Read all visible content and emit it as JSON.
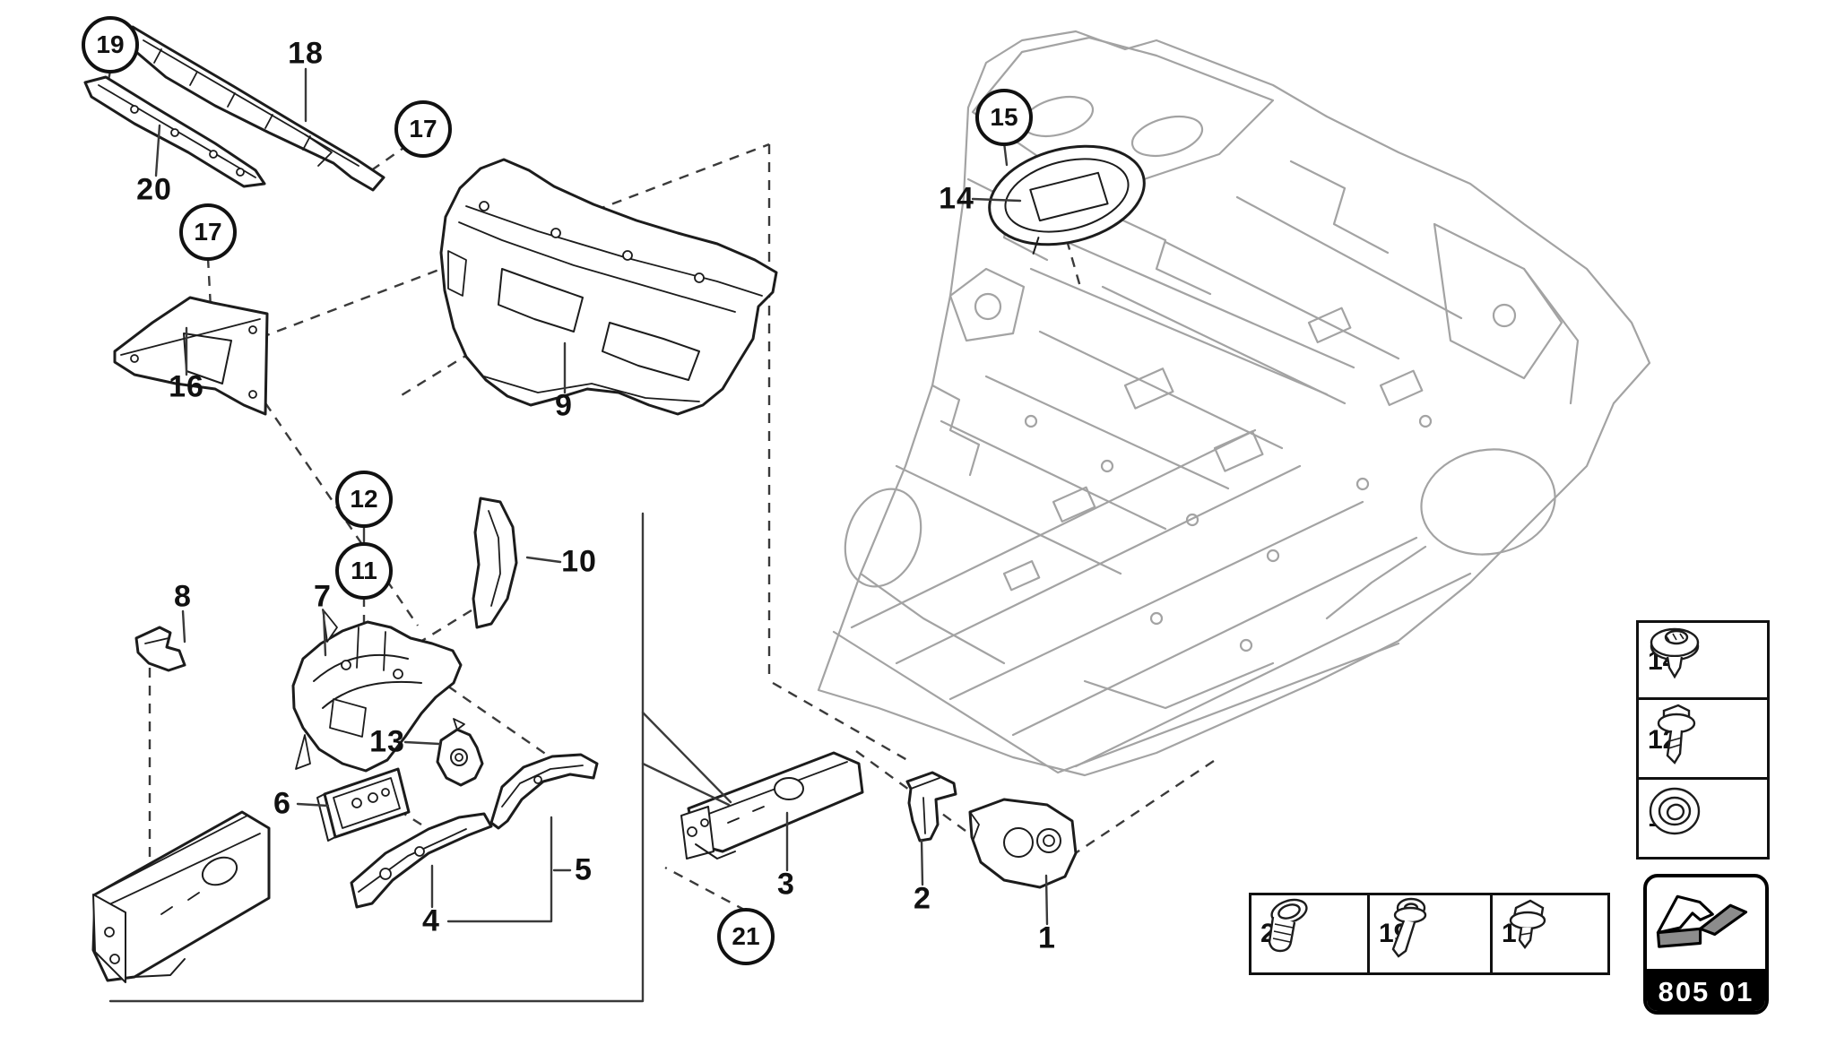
{
  "page": {
    "code": "805 01"
  },
  "callouts": {
    "circled": [
      {
        "label": "19"
      },
      {
        "label": "17"
      },
      {
        "label": "17"
      },
      {
        "label": "15"
      },
      {
        "label": "12"
      },
      {
        "label": "11"
      },
      {
        "label": "21"
      }
    ],
    "plain": [
      {
        "label": "18"
      },
      {
        "label": "20"
      },
      {
        "label": "16"
      },
      {
        "label": "9"
      },
      {
        "label": "14"
      },
      {
        "label": "10"
      },
      {
        "label": "8"
      },
      {
        "label": "7"
      },
      {
        "label": "13"
      },
      {
        "label": "6"
      },
      {
        "label": "5"
      },
      {
        "label": "4"
      },
      {
        "label": "3"
      },
      {
        "label": "2"
      },
      {
        "label": "1"
      }
    ]
  },
  "legend_right": {
    "items": [
      {
        "number": "14",
        "icon": "push-rivet-icon"
      },
      {
        "number": "12",
        "icon": "hex-flange-bolt-icon"
      },
      {
        "number": "11",
        "icon": "grommet-icon"
      }
    ]
  },
  "legend_bottom": {
    "items": [
      {
        "number": "21",
        "icon": "rivet-nut-icon"
      },
      {
        "number": "19",
        "icon": "round-washer-bolt-icon"
      },
      {
        "number": "17",
        "icon": "hex-flange-bolt-icon"
      }
    ]
  },
  "colors": {
    "part_line": "#1c1c1c",
    "body_line": "#a3a3a3",
    "leader_line": "#3a3a3a",
    "badge_bg": "#000000",
    "badge_text": "#ffffff"
  }
}
